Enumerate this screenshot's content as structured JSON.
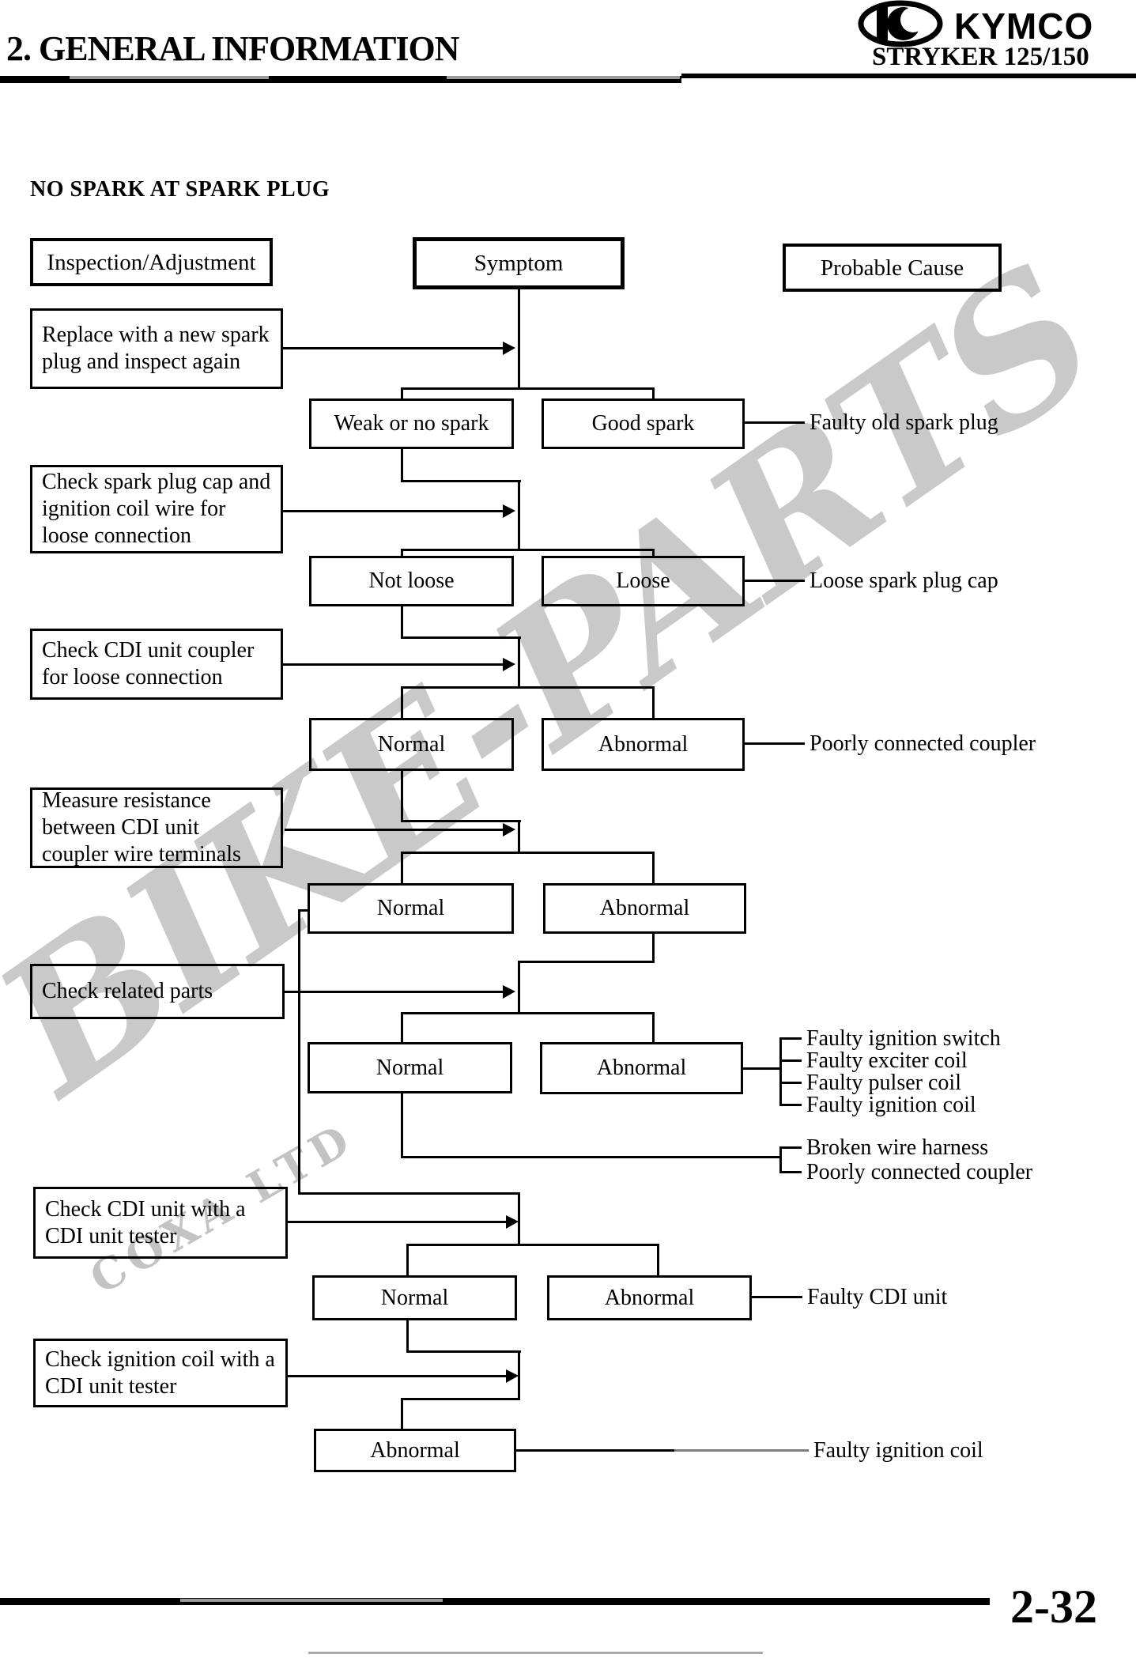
{
  "header": {
    "section_title": "2. GENERAL INFORMATION",
    "brand": "KYMCO",
    "model": "STRYKER 125/150"
  },
  "page": {
    "title": "NO SPARK AT SPARK PLUG",
    "number": "2-32"
  },
  "columns": {
    "inspection": "Inspection/Adjustment",
    "symptom": "Symptom",
    "cause": "Probable Cause"
  },
  "flow": {
    "stages": [
      {
        "inspection": "Replace with a new spark plug and inspect again",
        "left": "Weak or no spark",
        "right": "Good spark",
        "cause": "Faulty old spark plug"
      },
      {
        "inspection": "Check spark plug cap and ignition coil wire for loose connection",
        "left": "Not loose",
        "right": "Loose",
        "cause": "Loose spark plug cap"
      },
      {
        "inspection": "Check CDI unit coupler for loose connection",
        "left": "Normal",
        "right": "Abnormal",
        "cause": "Poorly connected coupler"
      },
      {
        "inspection": "Measure resistance between CDI unit coupler wire terminals",
        "left": "Normal",
        "right": "Abnormal"
      },
      {
        "inspection": "Check related parts",
        "left": "Normal",
        "right": "Abnormal",
        "abnormal_causes": [
          "Faulty ignition switch",
          "Faulty exciter coil",
          "Faulty pulser coil",
          "Faulty ignition coil"
        ],
        "normal_causes": [
          "Broken wire harness",
          "Poorly connected coupler"
        ]
      },
      {
        "inspection": "Check CDI unit with a CDI unit tester",
        "left": "Normal",
        "right": "Abnormal",
        "cause": "Faulty CDI unit"
      },
      {
        "inspection": "Check ignition coil with a CDI unit tester",
        "single": "Abnormal",
        "cause": "Faulty ignition coil"
      }
    ]
  },
  "watermark": {
    "text": "BIKE-PARTS",
    "subtext": "COXA LTD"
  }
}
